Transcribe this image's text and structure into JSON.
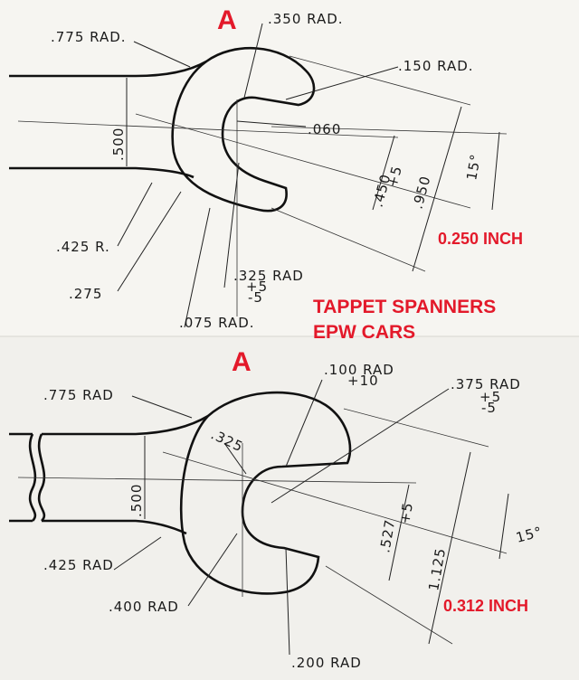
{
  "colors": {
    "accent": "#e3192a",
    "ink": "#111111",
    "paper": "#f4f3ef"
  },
  "top_view": {
    "section_letter": "A",
    "size": "0.250 INCH",
    "labels": {
      "head_rad": ".350 RAD.",
      "neck_rad": ".775 RAD.",
      "jaw_tip_rad": ".150 RAD.",
      "gap": ".060",
      "shank": ".500",
      "jaw_width": ".450",
      "jaw_tol": "+5",
      "across": ".950",
      "angle": "15°",
      "heel_rad": ".425 R.",
      "throat": ".275",
      "mouth_rad": ".325 RAD",
      "mouth_tol_plus": "+5",
      "mouth_tol_minus": "-5",
      "corner_rad": ".075 RAD."
    }
  },
  "title": {
    "line1": "TAPPET SPANNERS",
    "line2": "EPW CARS"
  },
  "bottom_view": {
    "section_letter": "A",
    "size": "0.312 INCH",
    "labels": {
      "neck_rad": ".775 RAD",
      "tip_rad": ".100 RAD",
      "tip_tol": "+10",
      "jaw_rad": ".375 RAD",
      "jaw_tol_plus": "+5",
      "jaw_tol_minus": "-5",
      "throat": ".325",
      "shank": ".500",
      "jaw_width": ".527",
      "jaw_tol": "+5",
      "across": "1.125",
      "angle": "15°",
      "heel_rad": ".425 RAD",
      "body_rad": ".400 RAD",
      "corner_rad": ".200 RAD"
    }
  }
}
